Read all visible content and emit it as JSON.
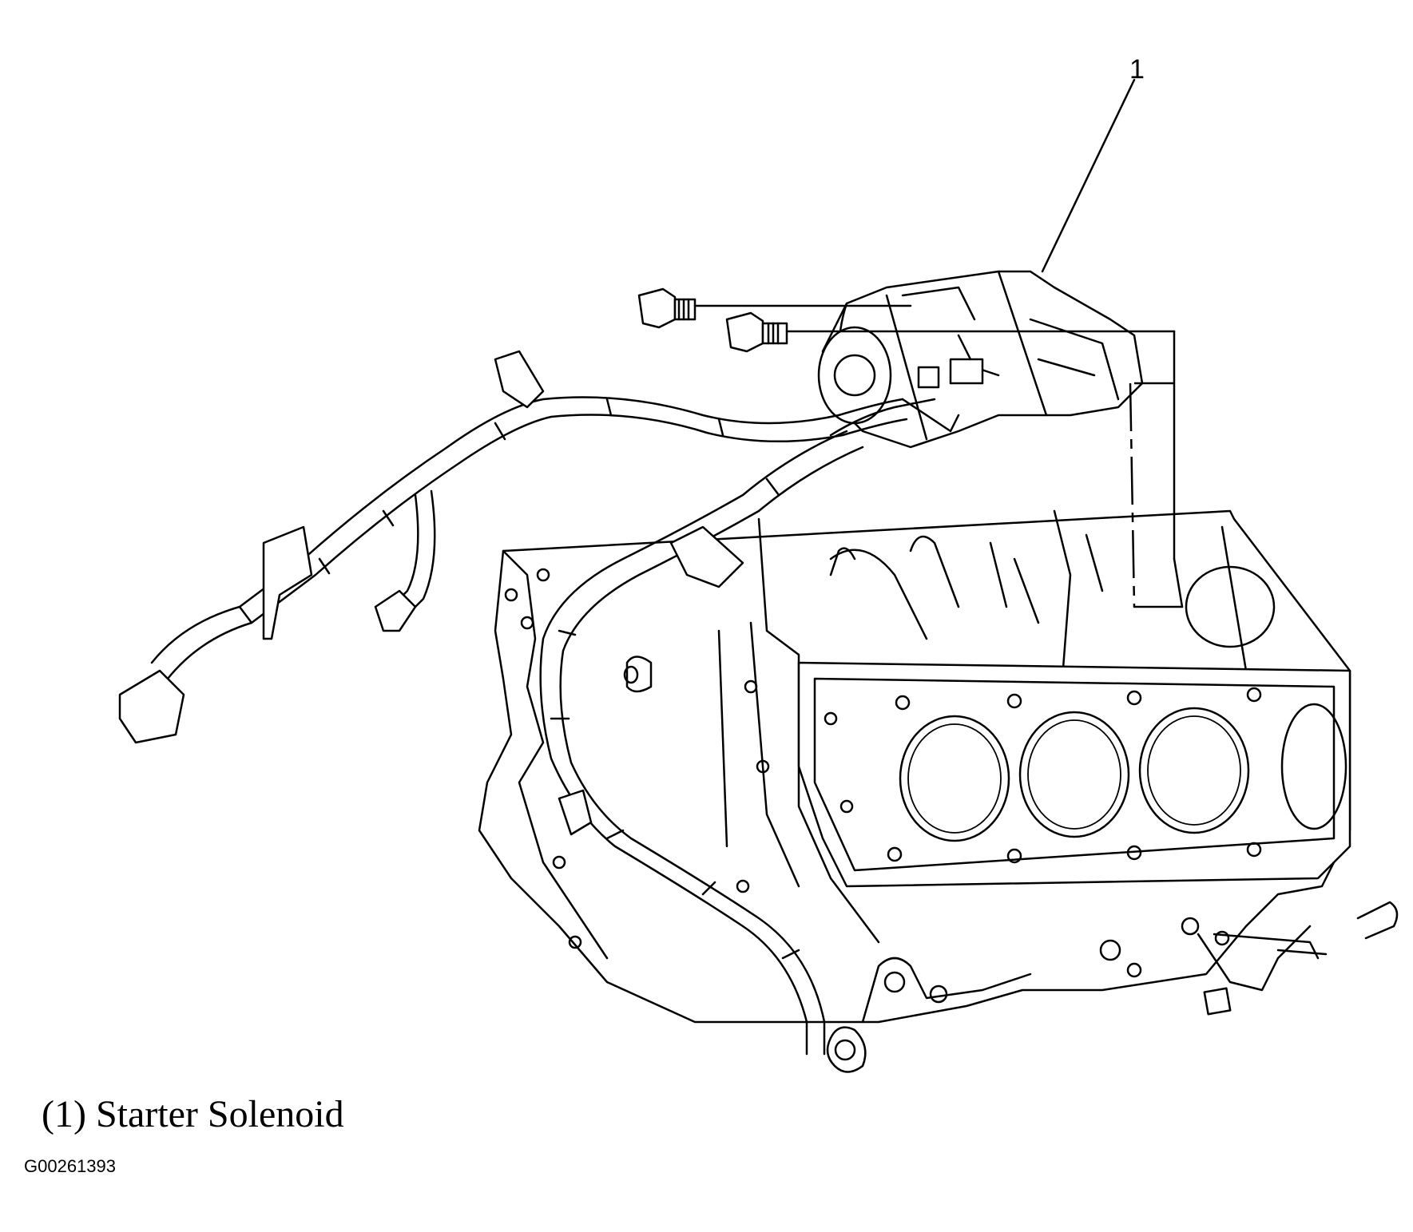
{
  "callout": {
    "number": "1"
  },
  "caption": "(1) Starter Solenoid",
  "figure_id": "G00261393",
  "icons": [
    "engine-block-drawing",
    "starter-motor-drawing",
    "wiring-harness-drawing",
    "bolt-icon"
  ]
}
